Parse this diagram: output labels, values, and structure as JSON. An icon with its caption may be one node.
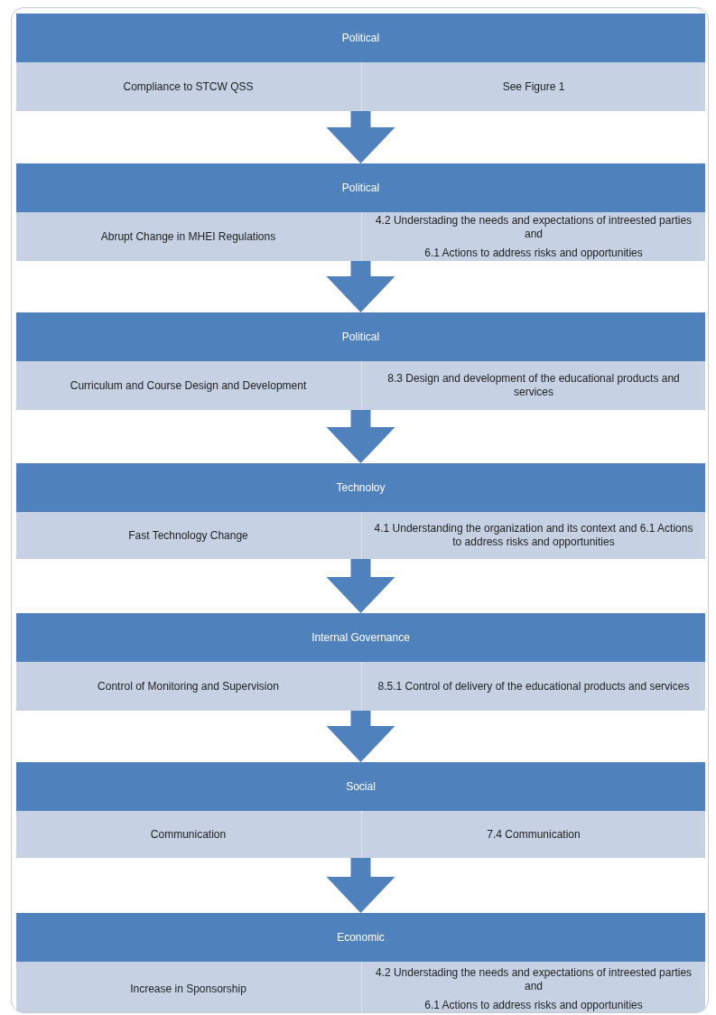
{
  "diagram": {
    "nodes": [
      {
        "text": [
          "Political"
        ]
      },
      {
        "text": [
          "Compliance to STCW QSS"
        ],
        "in": 0
      },
      {
        "text": [
          "See Figure 1"
        ],
        "in": 0
      },
      {
        "text": [
          "Political"
        ]
      },
      {
        "text": [
          "Abrupt Change in MHEI Regulations"
        ],
        "in": 3
      },
      {
        "text": [
          "4.2 Understading the needs and expectations of intreested parties and",
          "6.1 Actions to address risks and opportunities"
        ],
        "in": 3
      },
      {
        "text": [
          "Political"
        ]
      },
      {
        "text": [
          "Curriculum and Course Design and Development"
        ],
        "in": 6
      },
      {
        "text": [
          "8.3 Design and development of the educational products and services"
        ],
        "in": 6
      },
      {
        "text": [
          "Technoloy"
        ]
      },
      {
        "text": [
          "Fast Technology Change"
        ],
        "in": 9
      },
      {
        "text": [
          "4.1 Understanding the organization and its context and 6.1 Actions to address risks and opportunities"
        ],
        "in": 9
      },
      {
        "text": [
          "Internal Governance"
        ]
      },
      {
        "text": [
          "Control of Monitoring and Supervision"
        ],
        "in": 12
      },
      {
        "text": [
          "8.5.1 Control of delivery of the educational products and services"
        ],
        "in": 12
      },
      {
        "text": [
          "Social"
        ]
      },
      {
        "text": [
          "Communication"
        ],
        "in": 15
      },
      {
        "text": [
          "7.4 Communication"
        ],
        "in": 15
      },
      {
        "text": [
          "Economic"
        ]
      },
      {
        "text": [
          "Increase in Sponsorship"
        ],
        "in": 18
      },
      {
        "text": [
          "4.2 Understading the needs and expectations of intreested parties and",
          "6.1 Actions to address risks and opportunities"
        ],
        "in": 18
      }
    ],
    "edges": [
      {
        "from": 0,
        "to": 3,
        "arrow": "to"
      },
      {
        "from": 3,
        "to": 6,
        "arrow": "to"
      },
      {
        "from": 6,
        "to": 9,
        "arrow": "to"
      },
      {
        "from": 9,
        "to": 12,
        "arrow": "to"
      },
      {
        "from": 12,
        "to": 15,
        "arrow": "to"
      },
      {
        "from": 15,
        "to": 18,
        "arrow": "to"
      }
    ]
  }
}
